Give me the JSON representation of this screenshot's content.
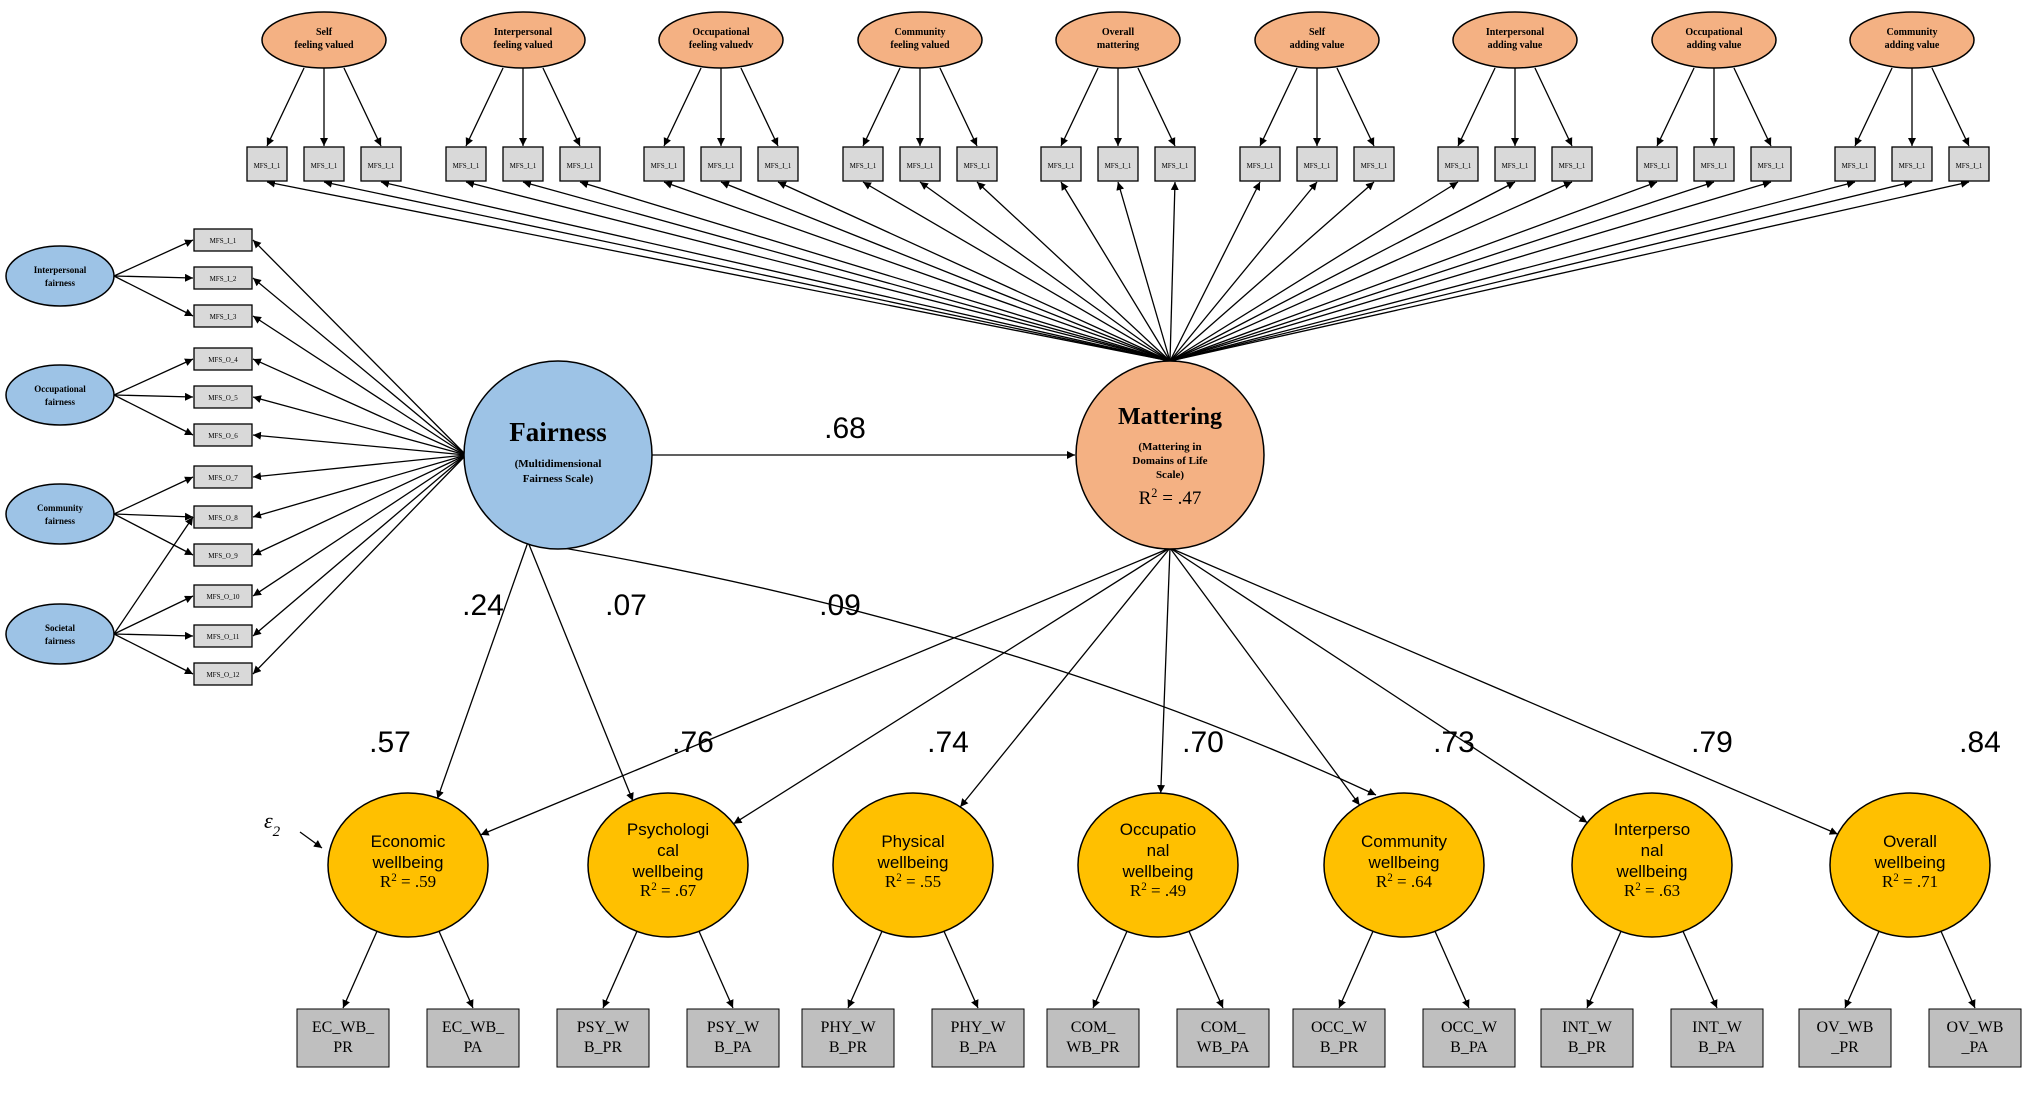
{
  "colors": {
    "fairness_fill": "#9dc3e6",
    "mattering_fill": "#f4b183",
    "wellbeing_fill": "#ffc000",
    "indicator_fill": "#d9d9d9",
    "wellbeing_indicator_fill": "#bfbfbf",
    "line": "#000000"
  },
  "fairness": {
    "title": "Fairness",
    "subtitle_line1": "(Multidimensional",
    "subtitle_line2": "Fairness Scale)"
  },
  "mattering": {
    "title": "Mattering",
    "subtitle_line1": "(Mattering in",
    "subtitle_line2": "Domains of Life",
    "subtitle_line3": "Scale)",
    "r2_prefix": "R",
    "r2_exp": "2",
    "r2_value": " = .47"
  },
  "fairness_factors": [
    {
      "line1": "Interpersonal",
      "line2": "fairness"
    },
    {
      "line1": "Occupational",
      "line2": "fairness"
    },
    {
      "line1": "Community",
      "line2": "fairness"
    },
    {
      "line1": "Societal",
      "line2": "fairness"
    }
  ],
  "fairness_indicators": [
    "MFS_I_1",
    "MFS_I_2",
    "MFS_I_3",
    "MFS_O_4",
    "MFS_O_5",
    "MFS_O_6",
    "MFS_O_7",
    "MFS_O_8",
    "MFS_O_9",
    "MFS_O_10",
    "MFS_O_11",
    "MFS_O_12"
  ],
  "mattering_factors": [
    {
      "line1": "Self",
      "line2": "feeling valued"
    },
    {
      "line1": "Interpersonal",
      "line2": "feeling valued"
    },
    {
      "line1": "Occupational",
      "line2": "feeling valuedv"
    },
    {
      "line1": "Community",
      "line2": "feeling valued"
    },
    {
      "line1": "Overall",
      "line2": "mattering"
    },
    {
      "line1": "Self",
      "line2": "adding value"
    },
    {
      "line1": "Interpersonal",
      "line2": "adding value"
    },
    {
      "line1": "Occupational",
      "line2": "adding value"
    },
    {
      "line1": "Community",
      "line2": "adding value"
    }
  ],
  "mattering_indicator_label": "MFS_I_1",
  "paths": {
    "fairness_to_mattering": ".68",
    "fairness_to_economic": ".24",
    "fairness_to_psychological": ".07",
    "fairness_to_community": ".09"
  },
  "error_term": {
    "symbol": "ε",
    "subscript": "2"
  },
  "wellbeing": [
    {
      "lines": [
        "Economic",
        "wellbeing"
      ],
      "r2": " = .59",
      "coef": ".57",
      "ind1": [
        "EC_WB_",
        "PR"
      ],
      "ind2": [
        "EC_WB_",
        "PA"
      ]
    },
    {
      "lines": [
        "Psychologi",
        "cal",
        "wellbeing"
      ],
      "r2": " = .67",
      "coef": ".76",
      "ind1": [
        "PSY_W",
        "B_PR"
      ],
      "ind2": [
        "PSY_W",
        "B_PA"
      ]
    },
    {
      "lines": [
        "Physical",
        "wellbeing"
      ],
      "r2": " = .55",
      "coef": ".74",
      "ind1": [
        "PHY_W",
        "B_PR"
      ],
      "ind2": [
        "PHY_W",
        "B_PA"
      ]
    },
    {
      "lines": [
        "Occupatio",
        "nal",
        "wellbeing"
      ],
      "r2": " = .49",
      "coef": ".70",
      "ind1": [
        "COM_",
        "WB_PR"
      ],
      "ind2": [
        "COM_",
        "WB_PA"
      ]
    },
    {
      "lines": [
        "Community",
        "wellbeing"
      ],
      "r2": " = .64",
      "coef": ".73",
      "ind1": [
        "OCC_W",
        "B_PR"
      ],
      "ind2": [
        "OCC_W",
        "B_PA"
      ]
    },
    {
      "lines": [
        "Interperso",
        "nal",
        "wellbeing"
      ],
      "r2": " = .63",
      "coef": ".79",
      "ind1": [
        "INT_W",
        "B_PR"
      ],
      "ind2": [
        "INT_W",
        "B_PA"
      ]
    },
    {
      "lines": [
        "Overall",
        "wellbeing"
      ],
      "r2": " = .71",
      "coef": ".84",
      "ind1": [
        "OV_WB",
        "_PR"
      ],
      "ind2": [
        "OV_WB",
        "_PA"
      ]
    }
  ]
}
